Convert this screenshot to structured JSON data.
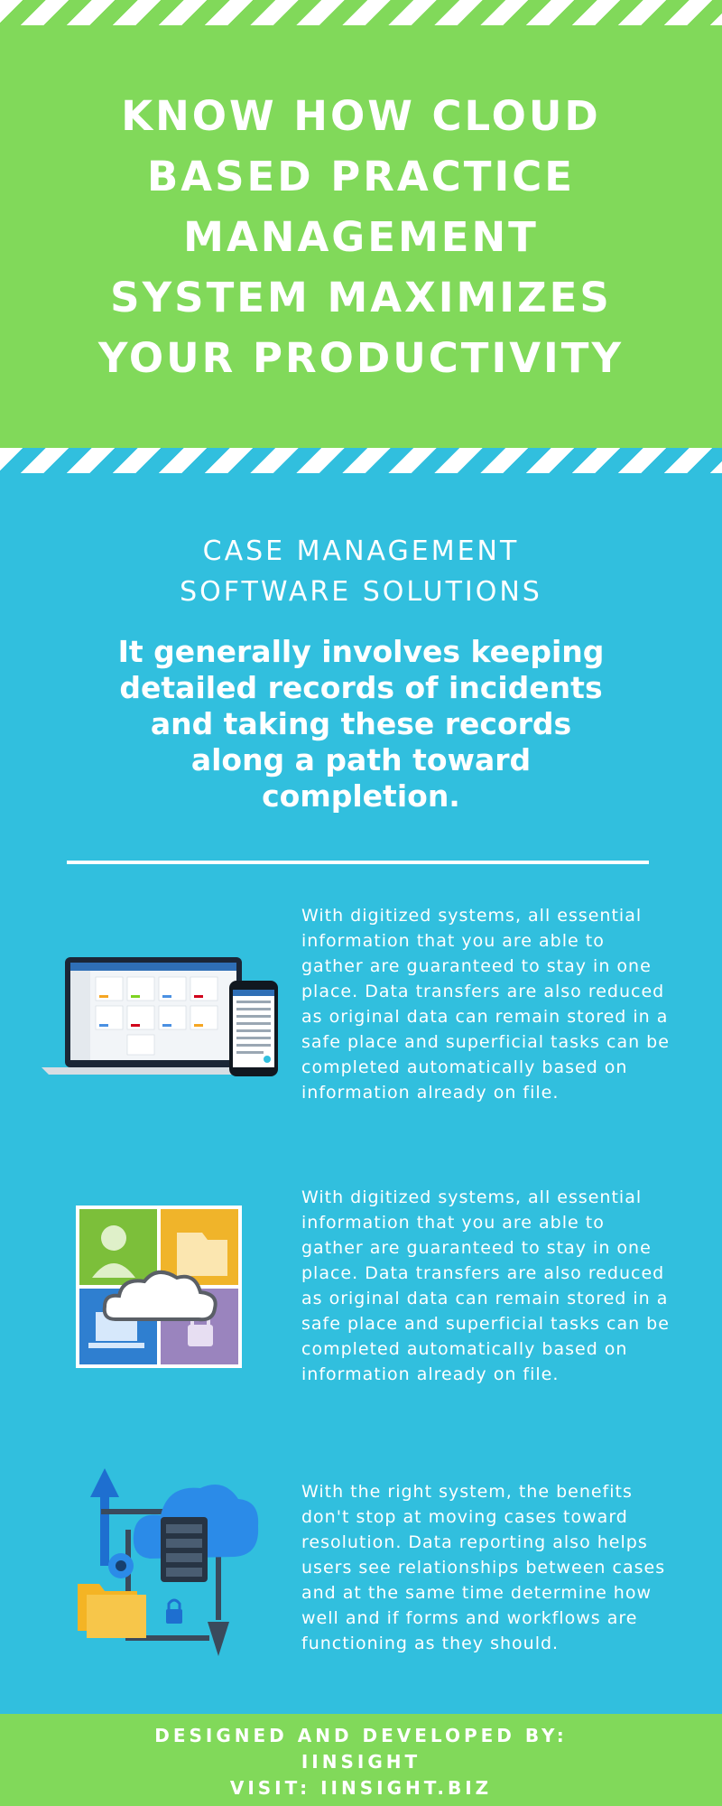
{
  "header": {
    "title": "KNOW HOW CLOUD BASED PRACTICE MANAGEMENT SYSTEM MAXIMIZES YOUR PRODUCTIVITY"
  },
  "section": {
    "subtitle_line1": "CASE MANAGEMENT",
    "subtitle_line2": "SOFTWARE SOLUTIONS",
    "lead": "It generally involves keeping detailed records of incidents and taking these records along a path toward completion."
  },
  "blocks": [
    {
      "icon": "laptop-phone-icon",
      "text": "With digitized systems, all essential information that you are able to gather are guaranteed to stay in one place. Data transfers are also reduced as original data can remain stored in a safe place and superficial tasks can be completed automatically based on information already on file."
    },
    {
      "icon": "cloud-tiles-icon",
      "text": "With digitized systems, all essential information that you are able to gather are guaranteed to stay in one place. Data transfers are also reduced as original data can remain stored in a safe place and superficial tasks can be completed automatically based on information already on file."
    },
    {
      "icon": "cloud-server-icon",
      "text": "With the right system, the benefits don't stop at moving cases toward resolution. Data reporting also helps users see relationships between cases and at the same time determine how well and if forms and workflows are functioning as they should."
    }
  ],
  "footer": {
    "line1": "DESIGNED AND DEVELOPED BY:",
    "line2": "IINSIGHT",
    "line3": "VISIT: IINSIGHT.BIZ"
  },
  "colors": {
    "green": "#81d95a",
    "blue": "#31bfde",
    "white": "#ffffff"
  }
}
